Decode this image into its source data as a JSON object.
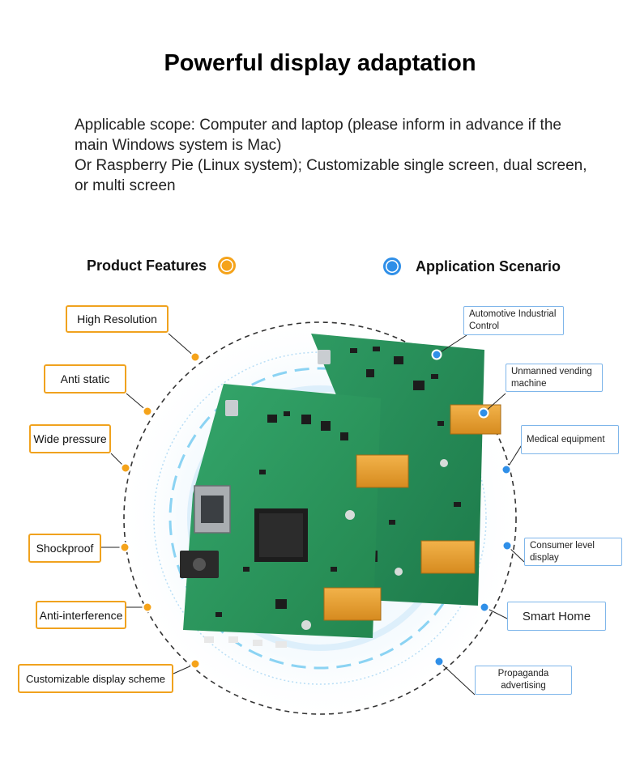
{
  "title": "Powerful display adaptation",
  "description": {
    "line1": "Applicable scope: Computer and laptop (please inform in advance if the",
    "line2": "main Windows system is Mac)",
    "line3": "Or Raspberry Pie (Linux system); Customizable single screen, dual screen,",
    "line4": "or multi screen"
  },
  "legend": {
    "features_label": "Product Features",
    "features_color": "#f5a31a",
    "applications_label": "Application Scenario",
    "applications_color": "#2f8fe8"
  },
  "features": [
    "High Resolution",
    "Anti static",
    "Wide pressure",
    "Shockproof",
    "Anti-interference",
    "Customizable display scheme"
  ],
  "applications": [
    "Automotive Industrial Control",
    "Unmanned vending machine",
    "Medical equipment",
    "Consumer level display",
    "Smart Home",
    "Propaganda advertising"
  ],
  "image": {
    "subject": "two green driver circuit boards with HDMI port, audio jack and ribbon connectors",
    "icons": [
      "hdmi-port-icon",
      "usb-port-icon",
      "audio-jack-icon",
      "fpc-connector-icon",
      "chip-icon"
    ]
  }
}
